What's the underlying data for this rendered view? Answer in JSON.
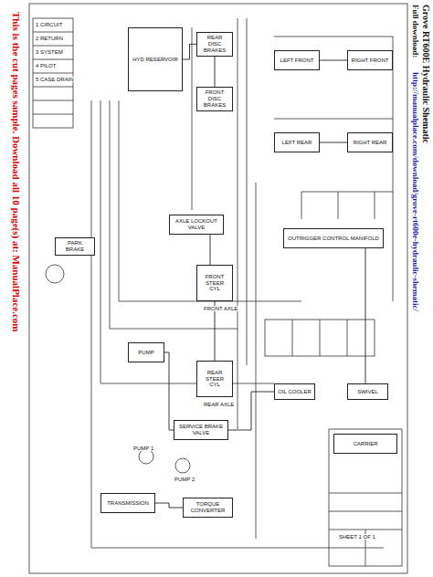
{
  "diagram": {
    "nodes": [
      {
        "text": [
          "HYD RESERVOIR"
        ]
      },
      {
        "text": [
          "REAR DISC BRAKES"
        ]
      },
      {
        "text": [
          "FRONT DISC BRAKES"
        ]
      },
      {
        "text": [
          "LEFT FRONT"
        ]
      },
      {
        "text": [
          "RIGHT FRONT"
        ]
      },
      {
        "text": [
          "LEFT REAR"
        ]
      },
      {
        "text": [
          "RIGHT REAR"
        ]
      },
      {
        "text": [
          "AXLE LOCKOUT VALVE"
        ]
      },
      {
        "text": [
          "FRONT STEER CYL"
        ]
      },
      {
        "text": [
          "REAR STEER CYL"
        ]
      },
      {
        "text": [
          "OUTRIGGER CONTROL MANIFOLD"
        ]
      },
      {
        "text": [
          "PARK BRAKE"
        ]
      },
      {
        "text": [
          "PUMP"
        ]
      },
      {
        "text": [
          "SERVICE BRAKE VALVE"
        ]
      },
      {
        "text": [
          "OIL COOLER"
        ]
      },
      {
        "text": [
          "SWIVEL"
        ]
      },
      {
        "text": [
          "TRANSMISSION"
        ]
      },
      {
        "text": [
          "TORQUE CONVERTER"
        ]
      },
      {
        "text": [
          "CARRIER"
        ]
      }
    ],
    "edges": [
      {
        "from": 0,
        "to": 1,
        "arrow": "none"
      },
      {
        "from": 1,
        "to": 2,
        "arrow": "none"
      },
      {
        "from": 3,
        "to": 4,
        "arrow": "none"
      },
      {
        "from": 5,
        "to": 6,
        "arrow": "none"
      },
      {
        "from": 10,
        "to": 15,
        "arrow": "none"
      },
      {
        "from": 7,
        "to": 8,
        "arrow": "none"
      },
      {
        "from": 8,
        "to": 9,
        "arrow": "none"
      },
      {
        "from": 12,
        "to": 13,
        "arrow": "none"
      },
      {
        "from": 13,
        "to": 14,
        "arrow": "none"
      },
      {
        "from": 16,
        "to": 17,
        "arrow": "none"
      }
    ],
    "labels": [
      "This is the cut pages sample. Download all 10 page(s) at: ManualPlace.com",
      "Grove RT600E Hydraulic Shematic",
      "Full download:",
      "http://manualplace.com/download/grove-rt600e-hydraulic-shematic/",
      "1 CIRCUIT",
      "2 RETURN",
      "3 SYSTEM",
      "4 PILOT",
      "5 CASE DRAIN",
      "FRONT AXLE",
      "REAR AXLE",
      "PUMP 1",
      "PUMP 2",
      "SHEET 1 OF 1"
    ]
  }
}
